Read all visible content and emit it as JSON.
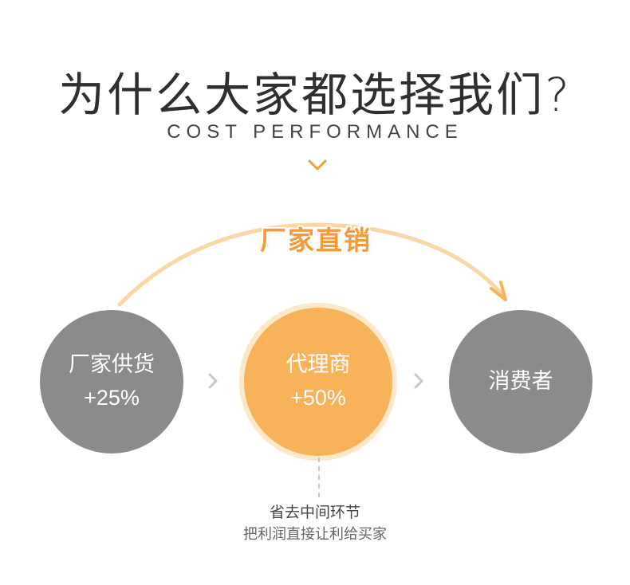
{
  "heading": {
    "title": "为什么大家都选择我们?",
    "subtitle": "COST PERFORMANCE",
    "chevron_icon": "chevron-down-icon"
  },
  "flow": {
    "badge": "厂家直销",
    "nodes": [
      {
        "label": "厂家供货",
        "value": "+25%"
      },
      {
        "label": "代理商",
        "value": "+50%"
      },
      {
        "label": "消费者",
        "value": ""
      }
    ]
  },
  "note": {
    "line1": "省去中间环节",
    "line2": "把利润直接让利给买家"
  },
  "colors": {
    "accent": "#f39a3a",
    "accent_light": "#f7b25a",
    "gray_circle": "#8b8b8b",
    "arc": "#fbd7a6"
  }
}
